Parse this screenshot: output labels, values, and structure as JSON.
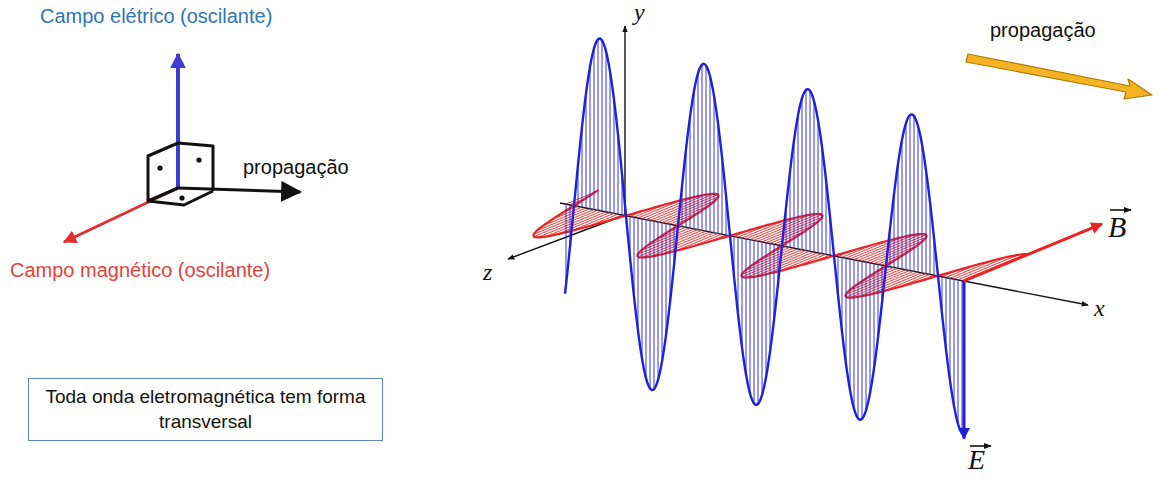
{
  "diagram": {
    "nodes": [
      {
        "text": [
          "Toda onda eletromagnética tem forma transversal"
        ]
      }
    ],
    "labels": [
      "Campo elétrico (oscilante)",
      "propagação",
      "Campo magnético (oscilante)",
      "y",
      "z",
      "x",
      "propagação",
      "B",
      "E"
    ]
  }
}
